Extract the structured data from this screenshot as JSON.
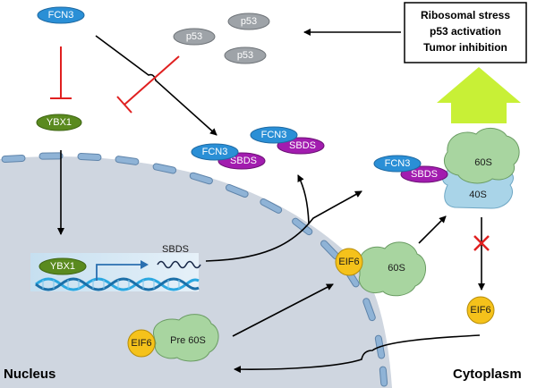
{
  "colors": {
    "fcn3": "#2a8fd6",
    "sbds": "#a21caf",
    "p53": "#9ea3a8",
    "ybx1": "#5a8a1f",
    "eif6": "#f5c21b",
    "ribosome": "#a8d5a0",
    "subunit40s": "#a9d4e8",
    "inhibition": "#e02020",
    "nucleus": "#cfd6e0",
    "big_arrow": "#c8f036"
  },
  "proteins": {
    "fcn3_top": "FCN3",
    "ybx1_top": "YBX1",
    "p53_a": "p53",
    "p53_b": "p53",
    "p53_c": "p53",
    "complex1_fcn3": "FCN3",
    "complex1_sbds": "SBDS",
    "complex2_fcn3": "FCN3",
    "complex2_sbds": "SBDS",
    "ribo_fcn3": "FCN3",
    "ribo_sbds": "SBDS",
    "ribo_60s": "60S",
    "ribo_40s": "40S",
    "eif6_60s_eif6": "EIF6",
    "eif6_60s_60s": "60S",
    "eif6_free": "EIF6",
    "pre60s_eif6": "EIF6",
    "pre60s_label": "Pre 60S",
    "ybx1_dna": "YBX1",
    "gene_sbds": "SBDS"
  },
  "outcome_box": {
    "line1": "Ribosomal stress",
    "line2": "p53 activation",
    "line3": "Tumor inhibition"
  },
  "regions": {
    "nucleus": "Nucleus",
    "cytoplasm": "Cytoplasm"
  },
  "icons": {
    "block_mark": "red-x-icon"
  }
}
